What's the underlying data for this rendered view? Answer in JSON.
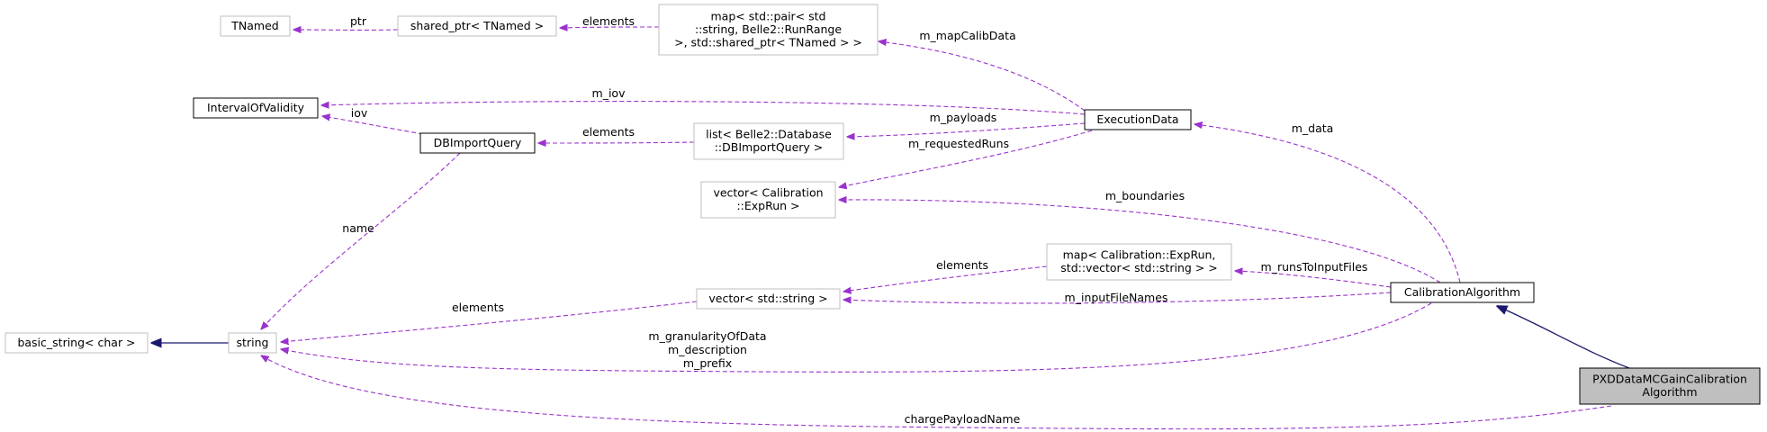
{
  "colors": {
    "usage_edge": "#9a32cd",
    "inherit_edge": "#191970",
    "node_border_normal": "#bfbfbf",
    "node_border_strong": "#000000",
    "focus_fill": "#bfbfbf"
  },
  "nodes": [
    {
      "id": "tnamed",
      "lines": [
        "TNamed"
      ],
      "style": "gray"
    },
    {
      "id": "shared_ptr",
      "lines": [
        "shared_ptr< TNamed >"
      ],
      "style": "gray"
    },
    {
      "id": "map_calib",
      "lines": [
        "map< std::pair< std",
        "::string, Belle2::RunRange",
        " >, std::shared_ptr< TNamed > >"
      ],
      "style": "gray"
    },
    {
      "id": "iov",
      "lines": [
        "IntervalOfValidity"
      ],
      "style": "black"
    },
    {
      "id": "dbimport",
      "lines": [
        "DBImportQuery"
      ],
      "style": "black"
    },
    {
      "id": "list_db",
      "lines": [
        "list< Belle2::Database",
        "::DBImportQuery >"
      ],
      "style": "gray"
    },
    {
      "id": "execdata",
      "lines": [
        "ExecutionData"
      ],
      "style": "black"
    },
    {
      "id": "vec_exprun",
      "lines": [
        "vector< Calibration",
        "::ExpRun >"
      ],
      "style": "gray"
    },
    {
      "id": "map_runs",
      "lines": [
        "map< Calibration::ExpRun,",
        " std::vector< std::string > >"
      ],
      "style": "gray"
    },
    {
      "id": "vec_string",
      "lines": [
        "vector< std::string >"
      ],
      "style": "gray"
    },
    {
      "id": "calibalg",
      "lines": [
        "CalibrationAlgorithm"
      ],
      "style": "black"
    },
    {
      "id": "basic_string",
      "lines": [
        "basic_string< char >"
      ],
      "style": "gray"
    },
    {
      "id": "string",
      "lines": [
        "string"
      ],
      "style": "gray"
    },
    {
      "id": "pxd",
      "lines": [
        "PXDDataMCGainCalibration",
        "Algorithm"
      ],
      "style": "focus"
    }
  ],
  "edges": [
    {
      "id": "e_ptr",
      "from": "shared_ptr",
      "to": "tnamed",
      "kind": "usage",
      "labels": [
        "ptr"
      ]
    },
    {
      "id": "e_map_elements",
      "from": "map_calib",
      "to": "shared_ptr",
      "kind": "usage",
      "labels": [
        "elements"
      ]
    },
    {
      "id": "e_mapcalib",
      "from": "execdata",
      "to": "map_calib",
      "kind": "usage",
      "labels": [
        "m_mapCalibData"
      ]
    },
    {
      "id": "e_m_iov",
      "from": "execdata",
      "to": "iov",
      "kind": "usage",
      "labels": [
        "m_iov"
      ]
    },
    {
      "id": "e_iov",
      "from": "dbimport",
      "to": "iov",
      "kind": "usage",
      "labels": [
        "iov"
      ]
    },
    {
      "id": "e_list_elements",
      "from": "list_db",
      "to": "dbimport",
      "kind": "usage",
      "labels": [
        "elements"
      ]
    },
    {
      "id": "e_payloads",
      "from": "execdata",
      "to": "list_db",
      "kind": "usage",
      "labels": [
        "m_payloads"
      ]
    },
    {
      "id": "e_requested",
      "from": "execdata",
      "to": "vec_exprun",
      "kind": "usage",
      "labels": [
        "m_requestedRuns"
      ]
    },
    {
      "id": "e_m_data",
      "from": "calibalg",
      "to": "execdata",
      "kind": "usage",
      "labels": [
        "m_data"
      ]
    },
    {
      "id": "e_boundaries",
      "from": "calibalg",
      "to": "vec_exprun",
      "kind": "usage",
      "labels": [
        "m_boundaries"
      ]
    },
    {
      "id": "e_runs_input",
      "from": "calibalg",
      "to": "map_runs",
      "kind": "usage",
      "labels": [
        "m_runsToInputFiles"
      ]
    },
    {
      "id": "e_maprun_elements",
      "from": "map_runs",
      "to": "vec_string",
      "kind": "usage",
      "labels": [
        "elements"
      ]
    },
    {
      "id": "e_input_names",
      "from": "calibalg",
      "to": "vec_string",
      "kind": "usage",
      "labels": [
        "m_inputFileNames"
      ]
    },
    {
      "id": "e_vecstr_elements",
      "from": "vec_string",
      "to": "string",
      "kind": "usage",
      "labels": [
        "elements"
      ]
    },
    {
      "id": "e_name",
      "from": "dbimport",
      "to": "string",
      "kind": "usage",
      "labels": [
        "name"
      ]
    },
    {
      "id": "e_gran",
      "from": "calibalg",
      "to": "string",
      "kind": "usage",
      "labels": [
        "m_granularityOfData",
        "m_description",
        "m_prefix"
      ]
    },
    {
      "id": "e_charge",
      "from": "pxd",
      "to": "string",
      "kind": "usage",
      "labels": [
        "chargePayloadName"
      ]
    },
    {
      "id": "e_basic",
      "from": "basic_string",
      "to": "string",
      "kind": "inherit",
      "labels": []
    },
    {
      "id": "e_pxd_inherit",
      "from": "pxd",
      "to": "calibalg",
      "kind": "inherit",
      "labels": []
    }
  ]
}
